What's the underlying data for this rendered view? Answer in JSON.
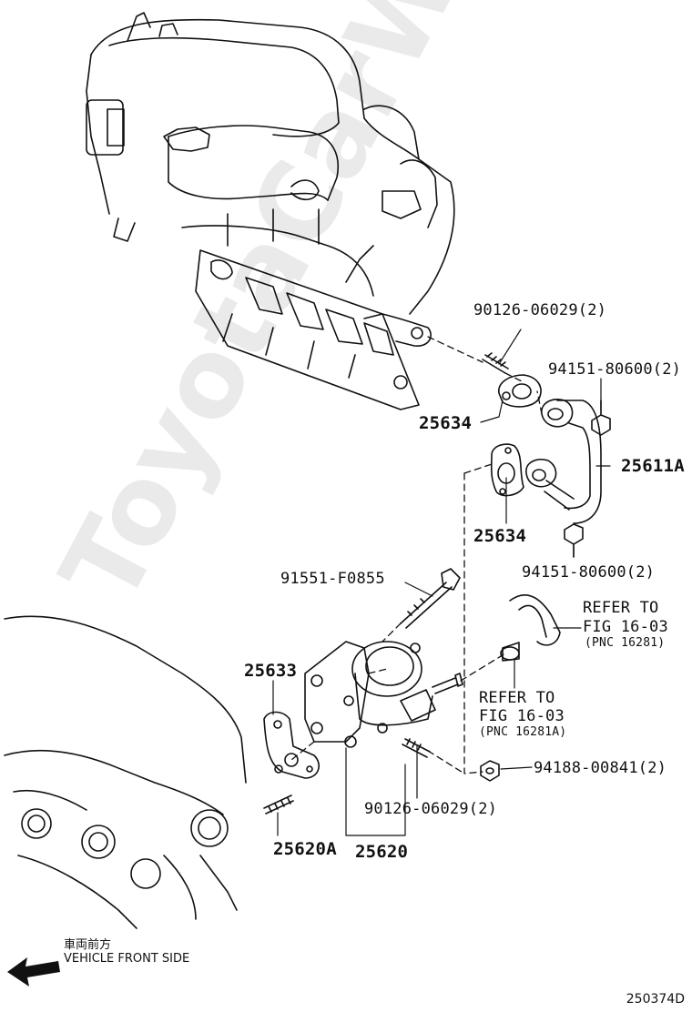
{
  "watermark": "ToyotaCarWine.ru",
  "labels": {
    "bolt_stud_top": "90126-06029(2)",
    "nut_top": "94151-80600(2)",
    "gasket_top": "25634",
    "pipe": "25611A",
    "gasket_mid": "25634",
    "nut_mid": "94151-80600(2)",
    "bolt": "91551-F0855",
    "refer1_line1": "REFER TO",
    "refer1_line2": "FIG 16-03",
    "refer1_line3": "(PNC 16281)",
    "gasket_valve": "25633",
    "refer2_line1": "REFER TO",
    "refer2_line2": "FIG 16-03",
    "refer2_line3": "(PNC 16281A)",
    "nut_bottom": "94188-00841(2)",
    "stud_bottom": "90126-06029(2)",
    "stud_left": "25620A",
    "egr_valve": "25620"
  },
  "direction": {
    "japanese": "車両前方",
    "english": "VEHICLE FRONT SIDE"
  },
  "figure_code": "250374D"
}
